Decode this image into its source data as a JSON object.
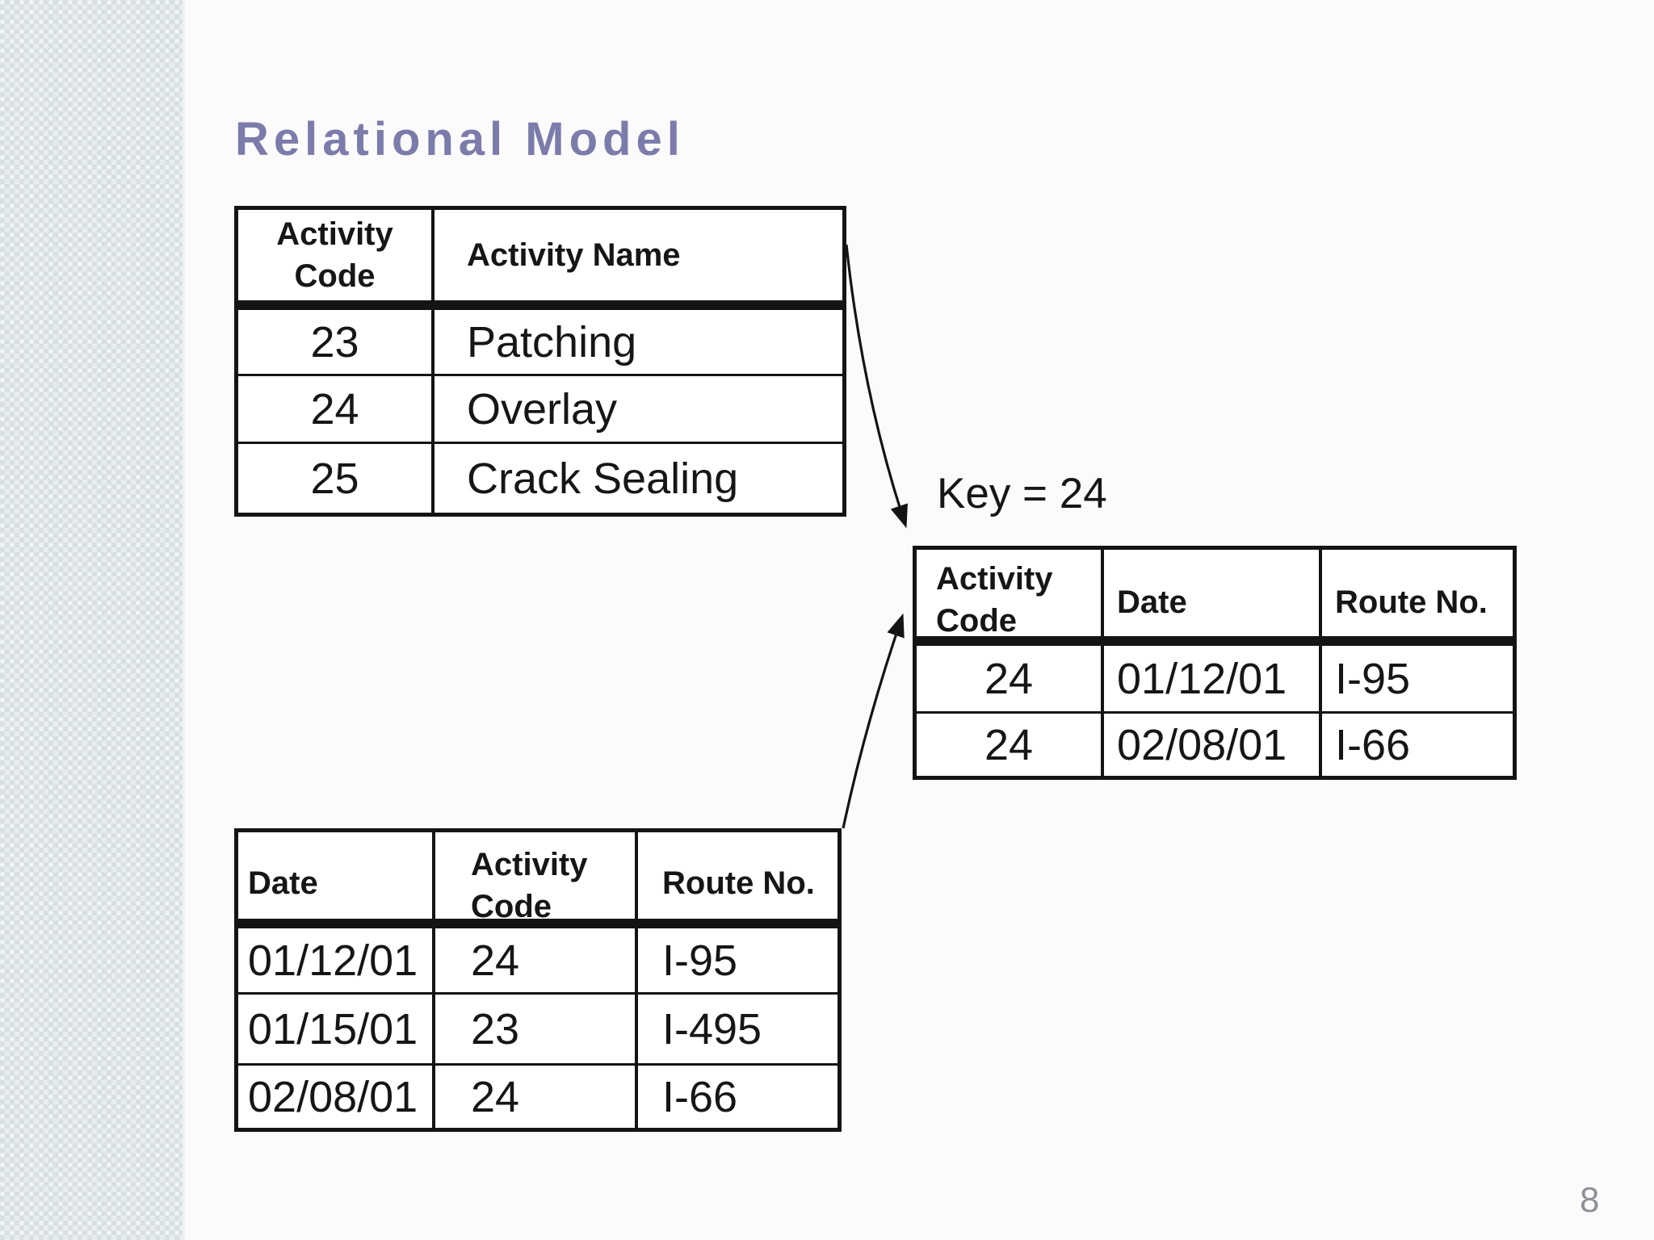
{
  "title": "Relational Model",
  "key_label": "Key = 24",
  "page_number": "8",
  "colors": {
    "title": "#7b7cab",
    "table_border": "#141414",
    "text": "#161616",
    "page_number": "#8d9196",
    "strip_base": "#e2e8ea",
    "strip_check_dark": "#d8e0e3",
    "strip_check_light": "#e8edef",
    "background": "#fbfbfb"
  },
  "tables": {
    "activities": {
      "headers": [
        "Activity Code",
        "Activity Name"
      ],
      "rows": [
        [
          "23",
          "Patching"
        ],
        [
          "24",
          "Overlay"
        ],
        [
          "25",
          "Crack Sealing"
        ]
      ]
    },
    "selection": {
      "headers": [
        "Activity Code",
        "Date",
        "Route No."
      ],
      "rows": [
        [
          "24",
          "01/12/01",
          "I-95"
        ],
        [
          "24",
          "02/08/01",
          "I-66"
        ]
      ]
    },
    "log": {
      "headers": [
        "Date",
        "Activity Code",
        "Route No."
      ],
      "rows": [
        [
          "01/12/01",
          "24",
          "I-95"
        ],
        [
          "01/15/01",
          "23",
          "I-495"
        ],
        [
          "02/08/01",
          "24",
          "I-66"
        ]
      ]
    }
  }
}
